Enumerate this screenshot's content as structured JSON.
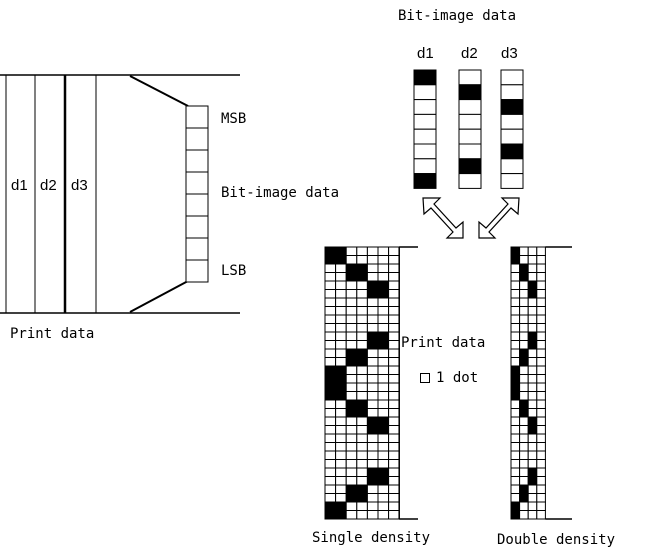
{
  "labels": {
    "bit_image_title": "Bit-image data",
    "col_d1": "d1",
    "col_d2": "d2",
    "col_d3": "d3",
    "left_d1": "d1",
    "left_d2": "d2",
    "left_d3": "d3",
    "msb": "MSB",
    "bit_image_side": "Bit-image data",
    "lsb": "LSB",
    "print_data_left": "Print data",
    "print_data_mid": "Print data",
    "one_dot": "1 dot",
    "single_density": "Single density",
    "double_density": "Double density"
  },
  "bit_columns": [
    {
      "name": "d1",
      "bits": [
        1,
        0,
        0,
        0,
        0,
        0,
        0,
        1
      ]
    },
    {
      "name": "d2",
      "bits": [
        0,
        1,
        0,
        0,
        0,
        0,
        1,
        0
      ]
    },
    {
      "name": "d3",
      "bits": [
        0,
        0,
        1,
        0,
        0,
        1,
        0,
        0
      ]
    }
  ],
  "single_density": {
    "columns": 3,
    "cell_cols_per_column": 2,
    "rows_per_bit": 2,
    "extra_cols": 1
  },
  "double_density": {
    "columns": 3,
    "cell_cols_per_column": 1,
    "rows_per_bit": 2,
    "extra_cols": 1
  },
  "colors": {
    "ink": "#000000",
    "paper": "#ffffff"
  }
}
